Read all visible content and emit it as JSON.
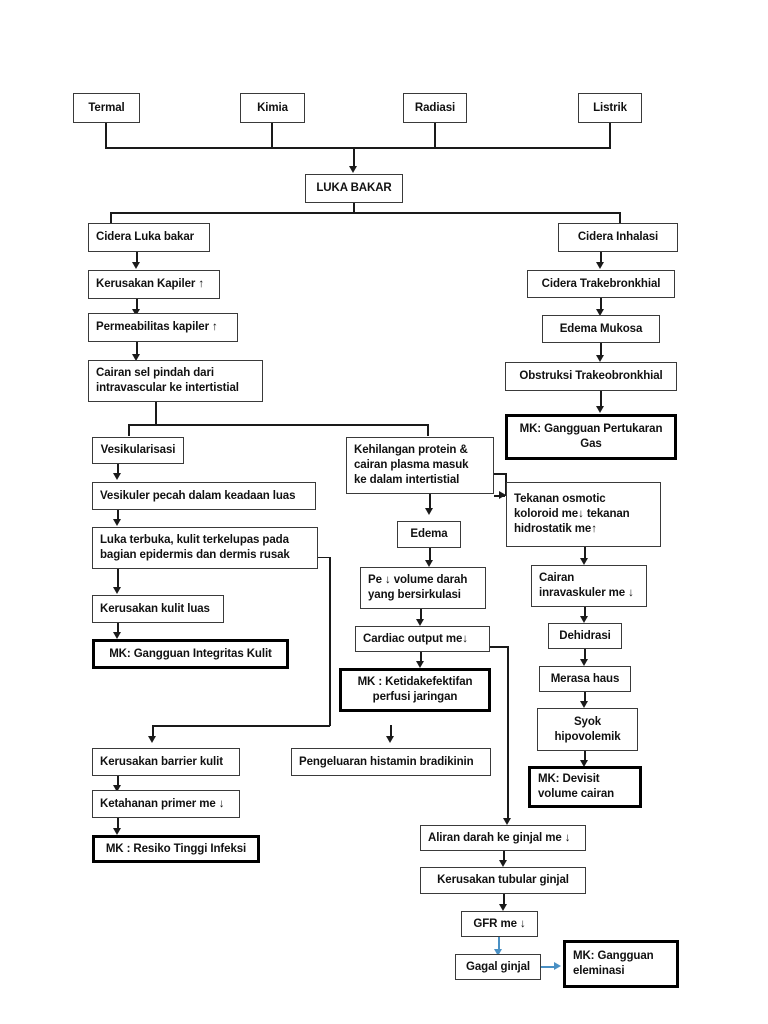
{
  "diagram": {
    "title": "Pathway Luka Bakar (Burn Injury Pathophysiology Flowchart)",
    "type": "flowchart",
    "arrow_colors": {
      "default": "#1a1a1a",
      "accent": "#4a90c4"
    },
    "glyphs": {
      "up": "↑",
      "down": "↓"
    }
  },
  "nodes": {
    "termal": "Termal",
    "kimia": "Kimia",
    "radiasi": "Radiasi",
    "listrik": "Listrik",
    "luka_bakar": "LUKA BAKAR",
    "cidera_luka_bakar": "Cidera Luka bakar",
    "kerusakan_kapiler": "Kerusakan Kapiler ↑",
    "permeabilitas_kapiler": "Permeabilitas  kapiler ↑",
    "cairan_sel_pindah_l1": "Cairan sel pindah dari",
    "cairan_sel_pindah_l2": "intravascular ke intertistial",
    "vesikularisasi": "Vesikularisasi",
    "vesikuler_pecah": "Vesikuler pecah dalam keadaan luas",
    "luka_terbuka_l1": "Luka terbuka, kulit terkelupas pada",
    "luka_terbuka_l2": "bagian epidermis dan dermis rusak",
    "kerusakan_kulit_luas": "Kerusakan kulit luas",
    "mk_integritas_kulit": "MK: Gangguan Integritas Kulit",
    "kerusakan_barrier": "Kerusakan barrier kulit",
    "ketahanan_primer": "Ketahanan primer me ↓",
    "mk_resiko_infeksi": "MK : Resiko Tinggi Infeksi",
    "pengeluaran_histamin": "Pengeluaran histamin bradikinin",
    "kehilangan_protein_l1": "Kehilangan protein &",
    "kehilangan_protein_l2": "cairan plasma masuk",
    "kehilangan_protein_l3": "ke dalam intertistial",
    "edema": "Edema",
    "pe_volume_l1": "Pe ↓ volume darah",
    "pe_volume_l2": "yang bersirkulasi",
    "cardiac_output": "Cardiac output me↓",
    "mk_perfusi_l1": "MK : Ketidakefektifan",
    "mk_perfusi_l2": "perfusi jaringan",
    "cidera_inhalasi": "Cidera Inhalasi",
    "cidera_trakebronkhial": "Cidera Trakebronkhial",
    "edema_mukosa": "Edema Mukosa",
    "obstruksi_trakeobronkhial": "Obstruksi  Trakeobronkhial",
    "mk_pertukaran_gas_l1": "MK: Gangguan Pertukaran",
    "mk_pertukaran_gas_l2": "Gas",
    "tekanan_osmotic_l1": "Tekanan osmotic",
    "tekanan_osmotic_l2": "koloroid me↓ tekanan",
    "tekanan_osmotic_l3": "hidrostatik me↑",
    "cairan_intravaskuler_l1": "Cairan",
    "cairan_intravaskuler_l2": "inravaskuler me ↓",
    "dehidrasi": "Dehidrasi",
    "merasa_haus": "Merasa haus",
    "syok_l1": "Syok",
    "syok_l2": "hipovolemik",
    "mk_devisit_l1": "MK: Devisit",
    "mk_devisit_l2": "volume cairan",
    "aliran_darah_ginjal": "Aliran darah ke ginjal me ↓",
    "kerusakan_tubular_ginjal": "Kerusakan tubular ginjal",
    "gfr_me": "GFR me ↓",
    "gagal_ginjal": "Gagal ginjal",
    "mk_eleminasi_l1": "MK: Gangguan",
    "mk_eleminasi_l2": "eleminasi"
  }
}
